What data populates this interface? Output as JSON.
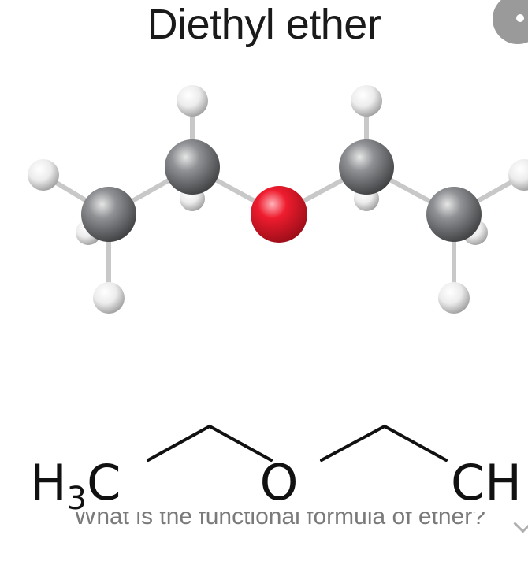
{
  "title": "Diethyl ether",
  "caption": "What is the functional formula of ether?",
  "formula": {
    "left": "H",
    "left_sub": "3",
    "left_tail": "C",
    "center": "O",
    "right": "CH"
  },
  "colors": {
    "carbon": "#808285",
    "hydrogen": "#e9e9e9",
    "oxygen": "#ee1c2e",
    "bond": "#c8c8c8"
  },
  "icons": [
    "close-icon",
    "chevron-down-icon"
  ]
}
